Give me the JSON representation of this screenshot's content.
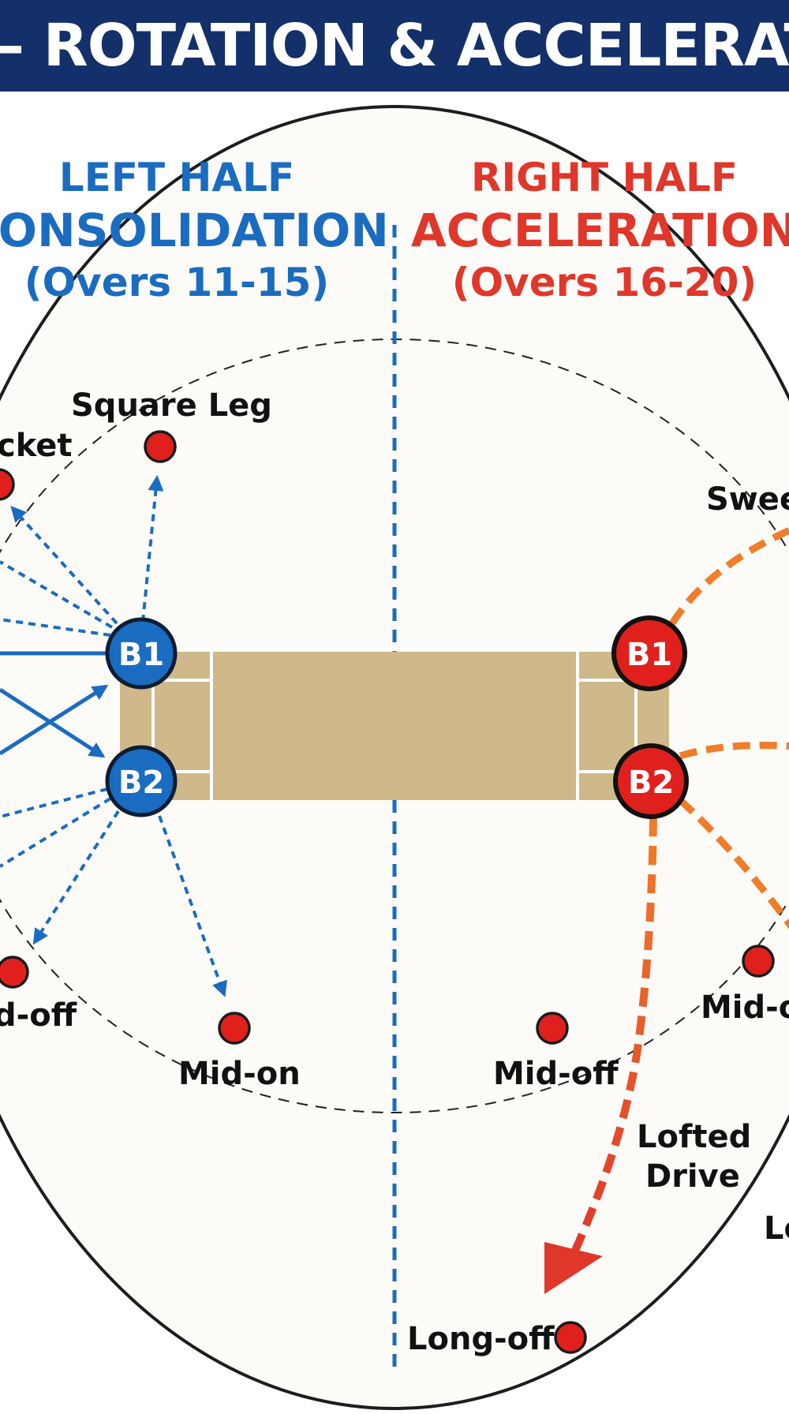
{
  "banner": {
    "title": "– ROTATION & ACCELERATION F"
  },
  "colors": {
    "banner_bg": "#14306a",
    "left_blue": "#1a6cc0",
    "right_red": "#e0372b",
    "orange": "#f07d2a",
    "pitch": "#cfb88a",
    "fielder": "#e0201c"
  },
  "left_half": {
    "line1": "LEFT HALF",
    "line2": "CONSOLIDATION",
    "line3": "(Overs 11-15)"
  },
  "right_half": {
    "line1": "RIGHT HALF",
    "line2": "ACCELERATION",
    "line3": "(Overs 16-20)"
  },
  "batsmen": {
    "b1": "B1",
    "b2": "B2"
  },
  "fielders": {
    "square_leg": "Square Leg",
    "cover_partial": "cket",
    "mid_off_left_partial": "d-off",
    "mid_on": "Mid-on",
    "mid_off": "Mid-off",
    "mid_off_right_partial": "Mid-o",
    "long_off": "Long-off"
  },
  "shots": {
    "sweep_partial": "Swee",
    "lofted_drive_line1": "Lofted",
    "lofted_drive_line2": "Drive",
    "long_partial": "Lo"
  }
}
